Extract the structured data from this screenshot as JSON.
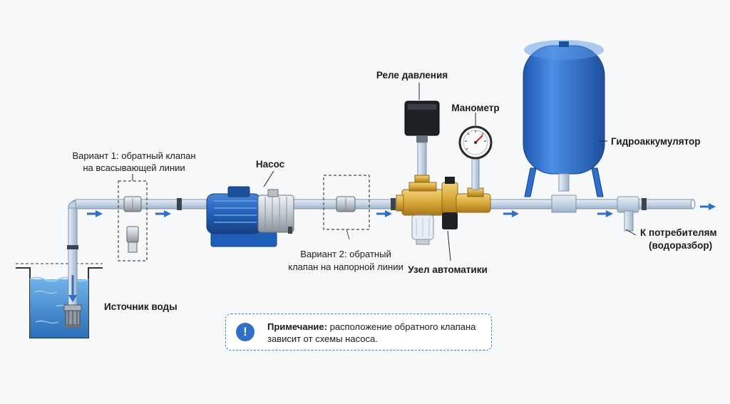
{
  "labels": {
    "pressure_switch": "Реле давления",
    "gauge": "Манометр",
    "accumulator": "Гидроаккумулятор",
    "pump": "Насос",
    "variant1_line1": "Вариант 1: обратный клапан",
    "variant1_line2": "на всасывающей линии",
    "variant2_line1": "Вариант 2: обратный",
    "variant2_line2": "клапан на напорной линии",
    "automation_unit": "Узел автоматики",
    "consumers_line1": "К потребителям",
    "consumers_line2": "(водоразбор)",
    "water_source": "Источник воды"
  },
  "note": {
    "icon": "!",
    "title": "Примечание:",
    "text_rest": " расположение обратного клапана",
    "text_line2": "зависит от схемы насоса."
  },
  "colors": {
    "pipe": "#c9d8e8",
    "pipe_edge": "#7f93a8",
    "flow_arrow": "#2f6fc6",
    "accumulator": "#2e6fd0",
    "pump_motor": "#1f5fb8",
    "brass": "#d9a93a",
    "water": "#3a86cf"
  },
  "icons": [
    "exclamation-icon",
    "flow-arrow-icon"
  ]
}
